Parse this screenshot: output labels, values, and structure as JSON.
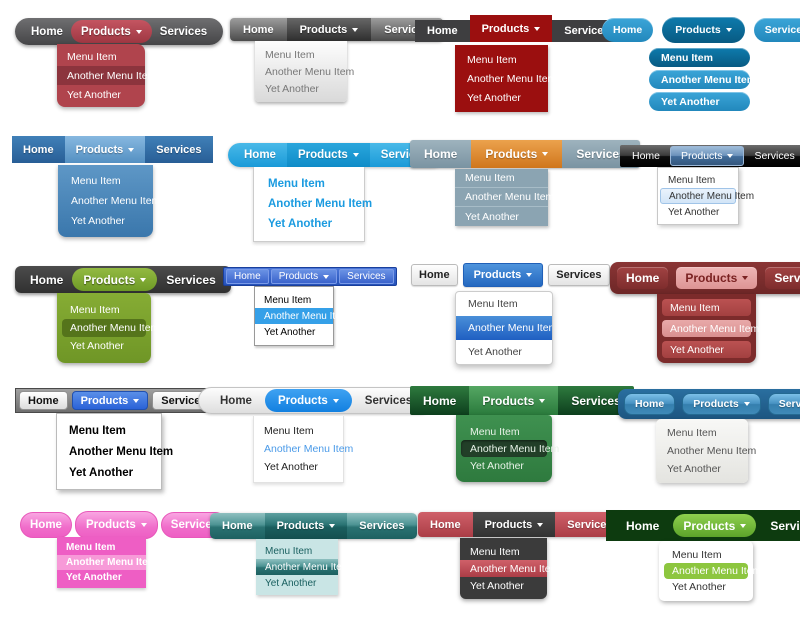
{
  "menus": [
    {
      "style": "rounded dark-gray pill bar with crimson dropdown",
      "nav": [
        "Home",
        "Products",
        "Services"
      ],
      "items": [
        "Menu Item",
        "Another Menu Item",
        "Yet Another"
      ],
      "highlighted_item": "Another Menu Item",
      "colors": {
        "bar": "#5a5a5c",
        "accent": "#b64b55",
        "dropdown": "#b0444d",
        "highlight": "#8c343d",
        "text": "#ffffff"
      }
    },
    {
      "style": "gray gradient bar with silver dropdown",
      "nav": [
        "Home",
        "Products",
        "Services"
      ],
      "items": [
        "Menu Item",
        "Another Menu Item",
        "Yet Another"
      ],
      "highlighted_item": null,
      "colors": {
        "bar": "#7a7a7a",
        "accent": "#3c3c3c",
        "dropdown": "#ececec",
        "text": "#777777"
      }
    },
    {
      "style": "charcoal bar with dark red tab and dropdown",
      "nav": [
        "Home",
        "Products",
        "Services"
      ],
      "items": [
        "Menu Item",
        "Another Menu Item",
        "Yet Another"
      ],
      "highlighted_item": null,
      "colors": {
        "bar": "#3e3e40",
        "accent": "#9b0f0f",
        "dropdown": "#9b0f0f",
        "text": "#ffffff"
      }
    },
    {
      "style": "blue pill buttons with stacked pill dropdown",
      "nav": [
        "Home",
        "Products",
        "Services"
      ],
      "items": [
        "Menu Item",
        "Another Menu Item",
        "Yet Another"
      ],
      "highlighted_item": "Menu Item",
      "colors": {
        "bar": "#2b96c8",
        "accent": "#0b6a96",
        "dropdown": "#2b96c8",
        "highlight": "#0b6a96",
        "text": "#ffffff"
      }
    },
    {
      "style": "blue bar with light-blue tab and rounded blue dropdown",
      "nav": [
        "Home",
        "Products",
        "Services"
      ],
      "items": [
        "Menu Item",
        "Another Menu Item",
        "Yet Another"
      ],
      "highlighted_item": null,
      "colors": {
        "bar": "#3577ad",
        "accent": "#6ea3d4",
        "dropdown": "#4c89ba",
        "text": "#ffffff"
      }
    },
    {
      "style": "bright blue pill with white dropdown and blue bold links",
      "nav": [
        "Home",
        "Products",
        "Services"
      ],
      "items": [
        "Menu Item",
        "Another Menu Item",
        "Yet Another"
      ],
      "highlighted_item": null,
      "colors": {
        "bar": "#29abe2",
        "accent": "#189ad6",
        "dropdown": "#ffffff",
        "text": "#1b9be0"
      }
    },
    {
      "style": "blue-gray bar with orange tab",
      "nav": [
        "Home",
        "Products",
        "Services"
      ],
      "items": [
        "Menu Item",
        "Another Menu Item",
        "Yet Another"
      ],
      "highlighted_item": null,
      "colors": {
        "bar": "#8ba4b2",
        "accent": "#de8a35",
        "dropdown": "#8ba4b2",
        "text": "#ffffff"
      }
    },
    {
      "style": "black glossy bar with glass blue tab, white dropdown with selection box",
      "nav": [
        "Home",
        "Products",
        "Services"
      ],
      "items": [
        "Menu Item",
        "Another Menu Item",
        "Yet Another"
      ],
      "highlighted_item": "Another Menu Item",
      "colors": {
        "bar": "#1a1a1a",
        "accent": "#55799f",
        "dropdown": "#ffffff",
        "highlight": "#d9e8f8",
        "text": "#333333"
      }
    },
    {
      "style": "charcoal rounded bar with green pill and green dropdown",
      "nav": [
        "Home",
        "Products",
        "Services"
      ],
      "items": [
        "Menu Item",
        "Another Menu Item",
        "Yet Another"
      ],
      "highlighted_item": "Another Menu Item",
      "colors": {
        "bar": "#3d3d3d",
        "accent": "#7fa62f",
        "dropdown": "#7aa02c",
        "highlight": "#55741b",
        "text": "#ffffff"
      }
    },
    {
      "style": "small royal-blue bar, white dropdown with azure selection",
      "nav": [
        "Home",
        "Products",
        "Services"
      ],
      "items": [
        "Menu Item",
        "Another Menu Item",
        "Yet Another"
      ],
      "highlighted_item": "Another Menu Item",
      "colors": {
        "bar": "#2f56c2",
        "accent": "#4a74d8",
        "dropdown": "#ffffff",
        "highlight": "#35a0e8",
        "text": "#000000"
      }
    },
    {
      "style": "white buttons with blue Products button, white dropdown with blue bar",
      "nav": [
        "Home",
        "Products",
        "Services"
      ],
      "items": [
        "Menu Item",
        "Another Menu Item",
        "Yet Another"
      ],
      "highlighted_item": "Another Menu Item",
      "colors": {
        "bar": "#f0f0f0",
        "accent": "#3a7fd2",
        "dropdown": "#ffffff",
        "highlight": "#3577cd",
        "text": "#444444"
      }
    },
    {
      "style": "maroon rounded bar with rose Products, maroon dropdown of pill items",
      "nav": [
        "Home",
        "Products",
        "Services"
      ],
      "items": [
        "Menu Item",
        "Another Menu Item",
        "Yet Another"
      ],
      "highlighted_item": "Another Menu Item",
      "colors": {
        "bar": "#7c2b2b",
        "accent": "#e5a5a5",
        "dropdown": "#7c2b2b",
        "item": "#b04949",
        "highlight": "#dc9494",
        "text": "#ffffff"
      }
    },
    {
      "style": "gray strip with white buttons and blue Products, bold white dropdown",
      "nav": [
        "Home",
        "Products",
        "Services"
      ],
      "items": [
        "Menu Item",
        "Another Menu Item",
        "Yet Another"
      ],
      "highlighted_item": null,
      "colors": {
        "bar": "#8a8a8a",
        "accent": "#3a6fe0",
        "dropdown": "#ffffff",
        "text": "#000000"
      }
    },
    {
      "style": "silver pill with blue Products pill, white dropdown with blue link",
      "nav": [
        "Home",
        "Products",
        "Services"
      ],
      "items": [
        "Menu Item",
        "Another Menu Item",
        "Yet Another"
      ],
      "highlighted_item": "Another Menu Item",
      "colors": {
        "bar": "#ececec",
        "accent": "#2490ea",
        "dropdown": "#ffffff",
        "highlight": "#4a9ae8",
        "text": "#222222"
      }
    },
    {
      "style": "dark green bar with green dropdown and dark highlight",
      "nav": [
        "Home",
        "Products",
        "Services"
      ],
      "items": [
        "Menu Item",
        "Another Menu Item",
        "Yet Another"
      ],
      "highlighted_item": "Another Menu Item",
      "colors": {
        "bar": "#1c5c2c",
        "accent": "#3d8a4d",
        "dropdown": "#378a46",
        "highlight": "#223f28",
        "text": "#ffffff"
      }
    },
    {
      "style": "navy rounded bar with glossy blue buttons, off-white dropdown",
      "nav": [
        "Home",
        "Products",
        "Services"
      ],
      "items": [
        "Menu Item",
        "Another Menu Item",
        "Yet Another"
      ],
      "highlighted_item": null,
      "colors": {
        "bar": "#1d5a88",
        "accent": "#4a96c6",
        "dropdown": "#f0f0ee",
        "text": "#555555"
      }
    },
    {
      "style": "pink bubble ovals with pink dropdown",
      "nav": [
        "Home",
        "Products",
        "Services"
      ],
      "items": [
        "Menu Item",
        "Another Menu Item",
        "Yet Another"
      ],
      "highlighted_item": "Another Menu Item",
      "colors": {
        "bar": "#ee5ec4",
        "accent": "#f06dca",
        "dropdown": "#ee5ec4",
        "highlight": "#f79ad8",
        "text": "#ffffff"
      }
    },
    {
      "style": "teal glass bar with pale aqua dropdown and teal highlight",
      "nav": [
        "Home",
        "Products",
        "Services"
      ],
      "items": [
        "Menu Item",
        "Another Menu Item",
        "Yet Another"
      ],
      "highlighted_item": "Another Menu Item",
      "colors": {
        "bar": "#2a7474",
        "accent": "#1a5e5e",
        "dropdown": "#c9e5e5",
        "highlight": "#2a7474",
        "text": "#1a6060"
      }
    },
    {
      "style": "rose bar with charcoal tab, charcoal dropdown with rose highlight",
      "nav": [
        "Home",
        "Products",
        "Services"
      ],
      "items": [
        "Menu Item",
        "Another Menu Item",
        "Yet Another"
      ],
      "highlighted_item": "Another Menu Item",
      "colors": {
        "bar": "#bb4a53",
        "accent": "#3b3b3b",
        "dropdown": "#3b3b3b",
        "highlight": "#bb4a53",
        "text": "#ffffff"
      }
    },
    {
      "style": "dark forest bar with lime pill, white dropdown with lime highlight",
      "nav": [
        "Home",
        "Products",
        "Services"
      ],
      "items": [
        "Menu Item",
        "Another Menu Item",
        "Yet Another"
      ],
      "highlighted_item": "Another Menu Item",
      "colors": {
        "bar": "#0d3b0f",
        "accent": "#6db832",
        "dropdown": "#ffffff",
        "highlight": "#8dc63f",
        "text": "#333333"
      }
    }
  ]
}
